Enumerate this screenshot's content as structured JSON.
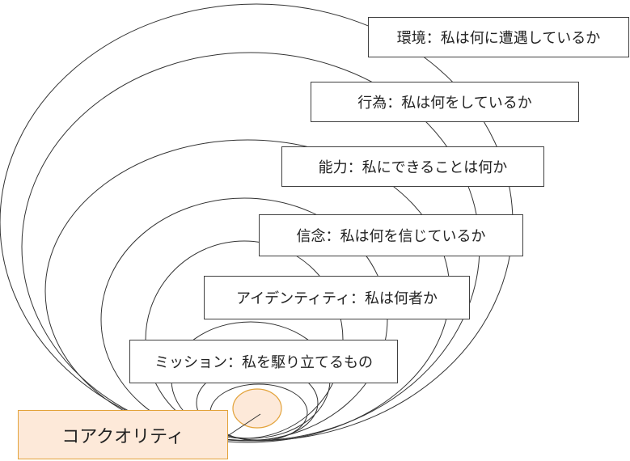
{
  "levels": [
    {
      "id": "environment",
      "label": "環境：私は何に遭遇しているか"
    },
    {
      "id": "behavior",
      "label": "行為：私は何をしているか"
    },
    {
      "id": "capability",
      "label": "能力：私にできることは何か"
    },
    {
      "id": "belief",
      "label": "信念：私は何を信じているか"
    },
    {
      "id": "identity",
      "label": "アイデンティティ：私は何者か"
    },
    {
      "id": "mission",
      "label": "ミッション：私を駆り立てるもの"
    }
  ],
  "core": {
    "label": "コアクオリティ"
  },
  "colors": {
    "line": "#333333",
    "core_fill": "#fde9d9",
    "core_stroke": "#e3a33b",
    "box_border": "#404040"
  }
}
